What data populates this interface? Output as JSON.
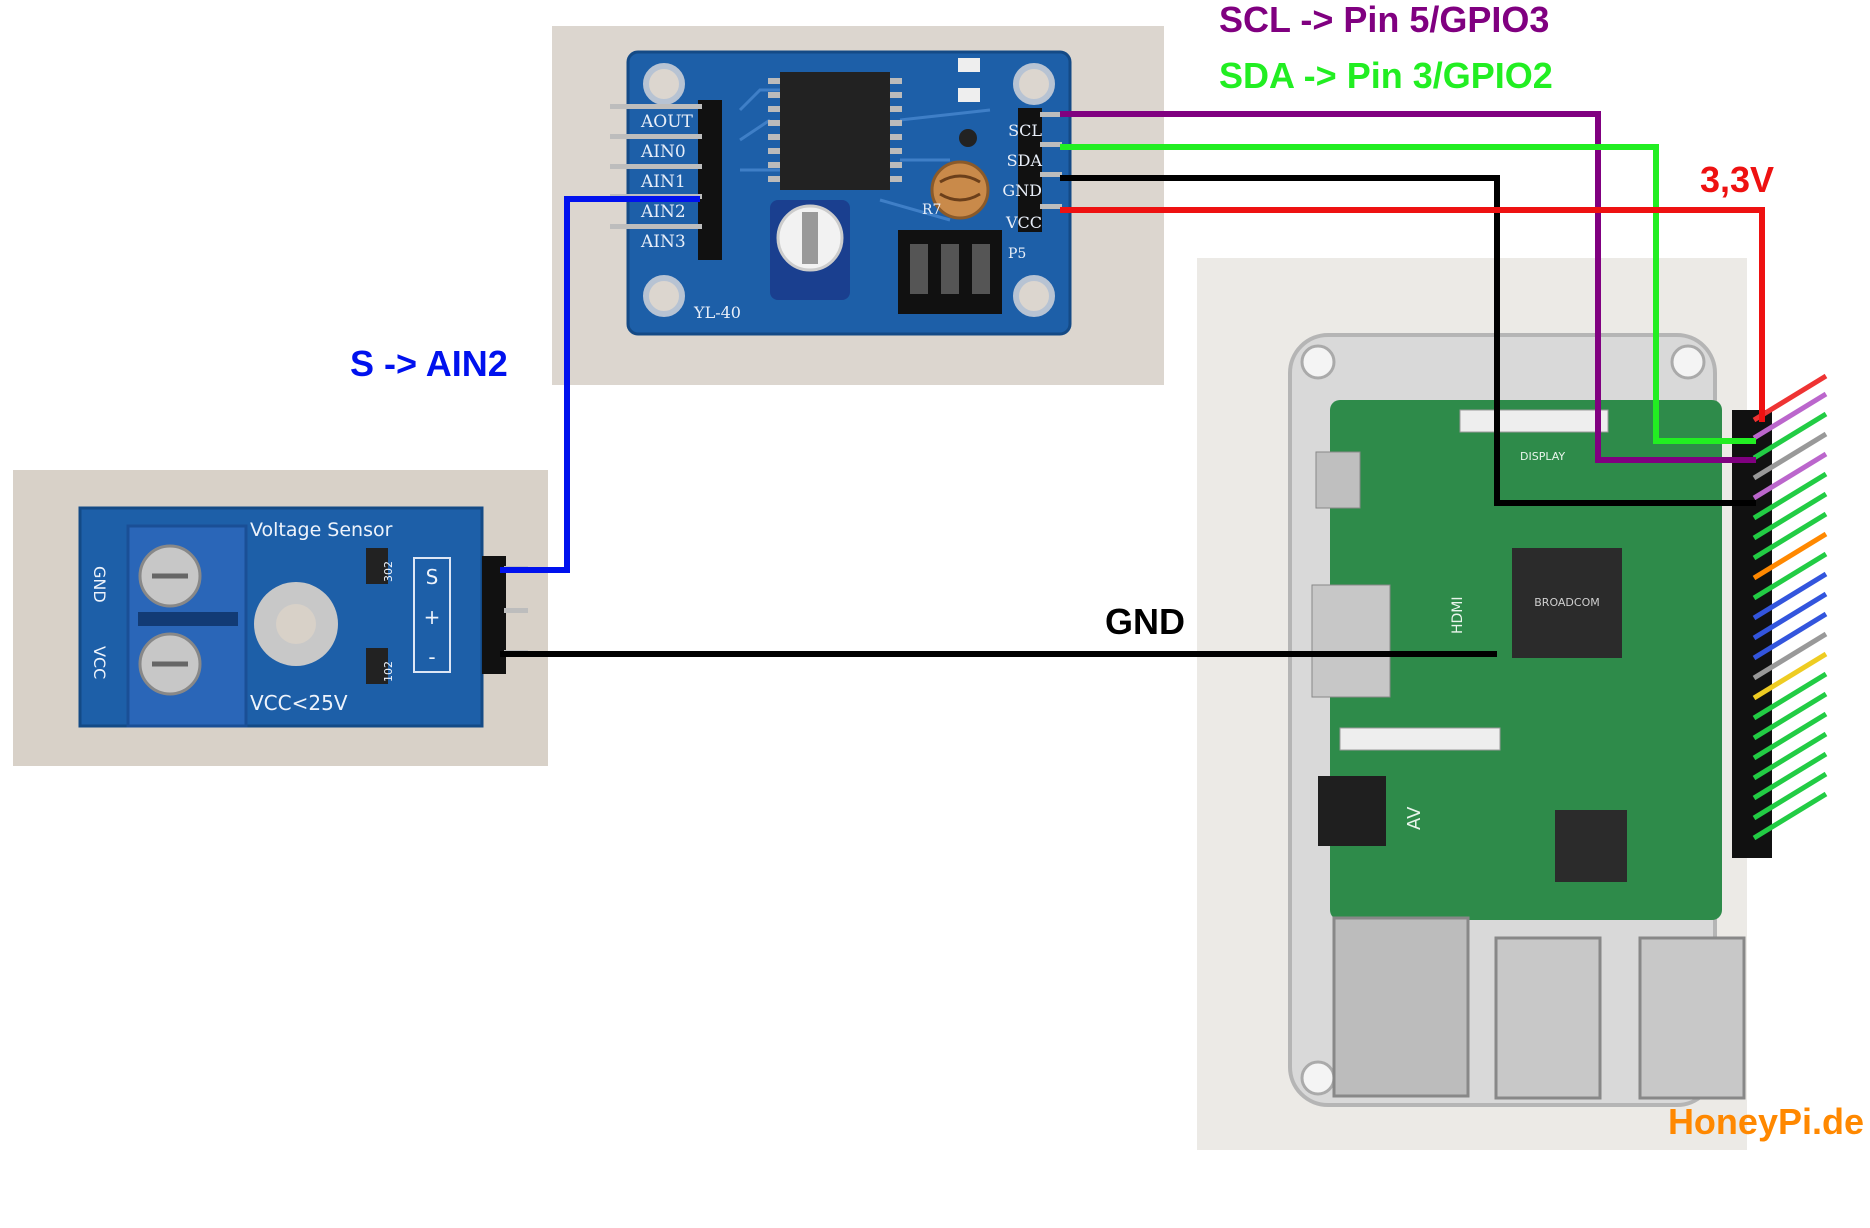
{
  "labels": {
    "scl": "SCL -> Pin 5/GPIO3",
    "sda": "SDA -> Pin 3/GPIO2",
    "v33": "3,3V",
    "s_ain2": "S -> AIN2",
    "gnd": "GND",
    "watermark": "HoneyPi.de"
  },
  "pcf8591_board": {
    "pins_left": [
      "AOUT",
      "AIN0",
      "AIN1",
      "AIN2",
      "AIN3"
    ],
    "pins_right": [
      "SCL",
      "SDA",
      "GND",
      "VCC"
    ],
    "name": "YL-40",
    "ref_r7": "R7",
    "ref_p5": "P5"
  },
  "voltage_sensor": {
    "title": "Voltage Sensor",
    "terminal_labels": [
      "GND",
      "VCC"
    ],
    "pins": [
      "S",
      "+",
      "-"
    ],
    "rating": "VCC<25V",
    "resistor_1": "302",
    "resistor_2": "102"
  },
  "raspberry_pi": {
    "display_label": "DISPLAY",
    "hdmi_label": "HDMI",
    "av_label": "AV",
    "chip_label": "BROADCOM"
  },
  "colors": {
    "scl": "#800080",
    "sda": "#22ee22",
    "vcc": "#ee1111",
    "gnd": "#000000",
    "signal": "#0011ee",
    "watermark": "#ff8800",
    "pcb_blue": "#1d5fa8",
    "pi_green": "#2e8b4a"
  }
}
